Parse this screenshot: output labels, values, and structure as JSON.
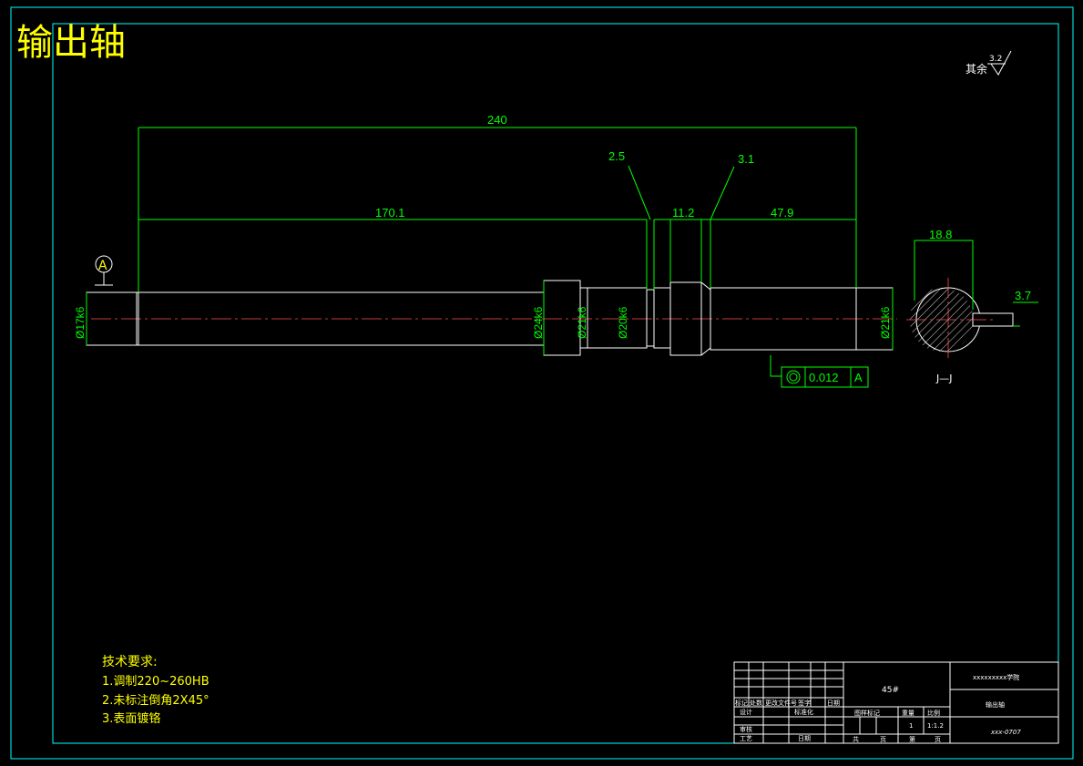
{
  "title": "输出轴",
  "roughness": {
    "label": "其余",
    "value": "3.2"
  },
  "dimensions": {
    "overall_length": "240",
    "left_length": "170.1",
    "groove1": "2.5",
    "groove2": "3.1",
    "collar": "11.2",
    "right_length": "47.9",
    "key_width": "18.8",
    "key_depth": "3.7"
  },
  "diameters": {
    "d1": "Ø17k6",
    "d2": "Ø24k6",
    "d3": "Ø21k6",
    "d4": "Ø20k6",
    "d5": "Ø21k6"
  },
  "datum": "A",
  "tolerance": {
    "value": "0.012",
    "datum": "A"
  },
  "section_label": "J—J",
  "tech_requirements": {
    "heading": "技术要求:",
    "items": [
      "1.调制220~260HB",
      "2.未标注倒角2X45°",
      "3.表面镀铬"
    ]
  },
  "title_block": {
    "material": "45#",
    "school": "xxxxxxxxx学院",
    "part_name": "输出轴",
    "drawing_no": "xxx-0707",
    "mark_row": [
      "标记",
      "处数",
      "更改文件号",
      "签字",
      "日期"
    ],
    "designer": "设计",
    "standard": "标准化",
    "review": "审核",
    "process": "工艺",
    "approve": "日期",
    "stage_label": "图样标记",
    "weight_label": "重量",
    "scale_label": "比例",
    "weight_value": "1",
    "scale_value": "1:1.2",
    "sheets_total": "共",
    "sheet_of": "页",
    "sheet_no": "第",
    "sheet_page": "页"
  }
}
